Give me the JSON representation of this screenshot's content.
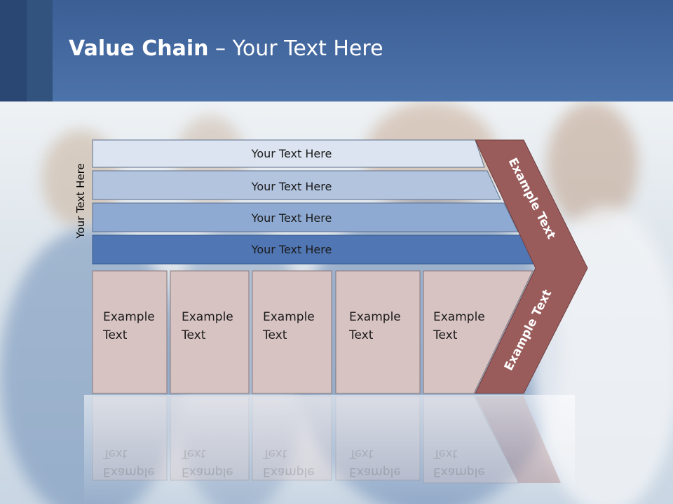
{
  "title": {
    "bold": "Value Chain",
    "rest": " – Your Text Here"
  },
  "side_label": "Your Text Here",
  "bars": [
    {
      "label": "Your Text Here",
      "color": "#dbe4f0"
    },
    {
      "label": "Your Text Here",
      "color": "#b3c4df"
    },
    {
      "label": "Your Text Here",
      "color": "#8eaad2"
    },
    {
      "label": "Your Text Here",
      "color": "#5076b4"
    }
  ],
  "boxes": [
    {
      "line1": "Example",
      "line2": "Text"
    },
    {
      "line1": "Example",
      "line2": "Text"
    },
    {
      "line1": "Example",
      "line2": "Text"
    },
    {
      "line1": "Example",
      "line2": "Text"
    },
    {
      "line1": "Example",
      "line2": "Text"
    }
  ],
  "chevron": {
    "top_label": "Example Text",
    "bottom_label": "Example Text",
    "color": "#9a5b5b"
  },
  "colors": {
    "box_fill": "#d8c3c3",
    "box_stroke": "#8a7777",
    "header": "#4668a0"
  }
}
